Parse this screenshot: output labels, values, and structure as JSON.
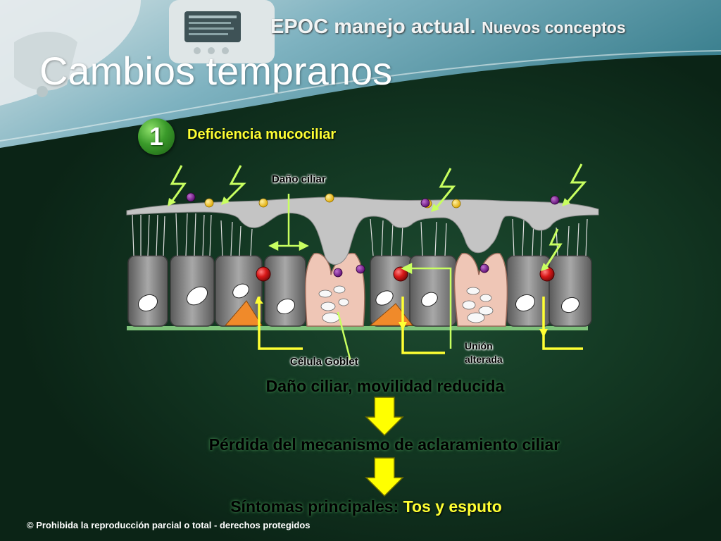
{
  "header": {
    "brand_main": "EPOC manejo actual.",
    "brand_sub": "Nuevos conceptos"
  },
  "slide": {
    "title": "Cambios tempranos",
    "badge_number": "1",
    "subtitle": "Deficiencia mucociliar"
  },
  "diagram": {
    "labels": {
      "ciliary_damage": "Daño ciliar",
      "goblet_cell": "Célula Goblet",
      "altered_junction_line1": "Unión",
      "altered_junction_line2": "alterada"
    }
  },
  "flow": {
    "step1": "Daño ciliar, movilidad reducida",
    "step2": "Pérdida del mecanismo de aclaramiento ciliar",
    "step3_prefix": "Síntomas principales:",
    "step3_highlight": "Tos y esputo"
  },
  "footer": {
    "copyright": "© Prohibida la reproducción parcial o total - derechos protegidos"
  },
  "colors": {
    "background": "#0e2a1a",
    "accent_yellow": "#ffff33",
    "arrow_yellow": "#ffff00",
    "badge_green": "#3a9a2a",
    "lime": "#c8ff60",
    "cell_gray": "#8a8a8a",
    "goblet_pink": "#f0c8b8",
    "junction_red": "#d81818"
  }
}
